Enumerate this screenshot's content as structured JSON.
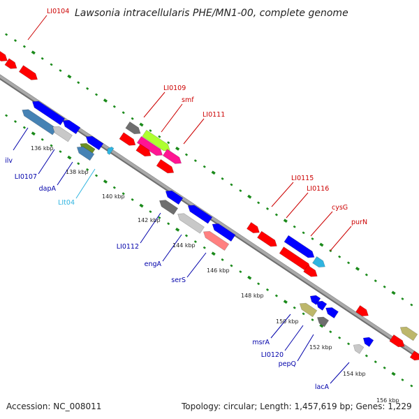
{
  "title": "Lawsonia intracellularis PHE/MN1-00, complete genome",
  "footer": {
    "accession": "Accession: NC_008011",
    "summary": "Topology: circular; Length: 1,457,619 bp; Genes: 1,229"
  },
  "colors": {
    "backbone": "#8c8c8c",
    "dotted_ring": "#1a8a1a",
    "forward_label": "#cc0000",
    "reverse_label": "#0000aa",
    "light_label": "#2fb4e0"
  },
  "tick_labels": [
    "136 kbp",
    "138 kbp",
    "140 kbp",
    "142 kbp",
    "144 kbp",
    "146 kbp",
    "148 kbp",
    "150 kbp",
    "152 kbp",
    "154 kbp",
    "156 kbp"
  ],
  "forward_genes": [
    "LI0104",
    "LI0109",
    "smf",
    "LI0111",
    "LI0115",
    "LI0116",
    "cysG",
    "purN"
  ],
  "reverse_genes": [
    "ilv",
    "LI0107",
    "dapA",
    "LIt04",
    "LI0112",
    "engA",
    "serS",
    "msrA",
    "LI0120",
    "pepQ",
    "lacA"
  ]
}
